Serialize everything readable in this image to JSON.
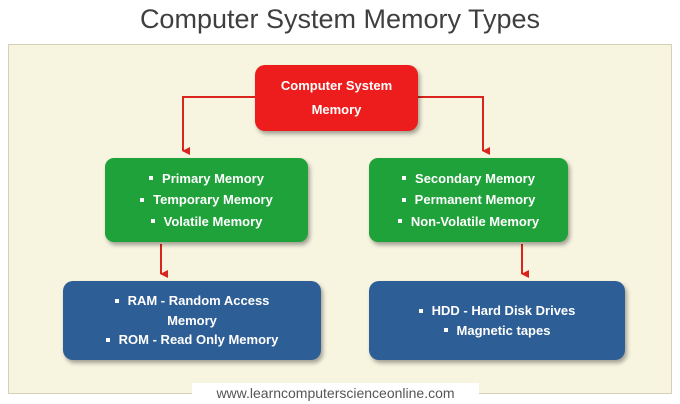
{
  "title": "Computer System Memory Types",
  "root": {
    "line1": "Computer System",
    "line2": "Memory"
  },
  "primary": {
    "items": [
      "Primary Memory",
      "Temporary Memory",
      "Volatile Memory"
    ]
  },
  "secondary": {
    "items": [
      "Secondary Memory",
      "Permanent Memory",
      "Non-Volatile Memory"
    ]
  },
  "primary_examples": {
    "ram_line1": "RAM - Random Access",
    "ram_line2": "Memory",
    "rom": "ROM - Read Only Memory"
  },
  "secondary_examples": {
    "items": [
      "HDD - Hard Disk Drives",
      "Magnetic tapes"
    ]
  },
  "footer": "www.learncomputerscienceonline.com",
  "colors": {
    "root": "#ee1d1d",
    "level2": "#1fa23a",
    "level3": "#2e5e96",
    "arrow": "#d9251d",
    "panel": "#f7f5e0"
  }
}
